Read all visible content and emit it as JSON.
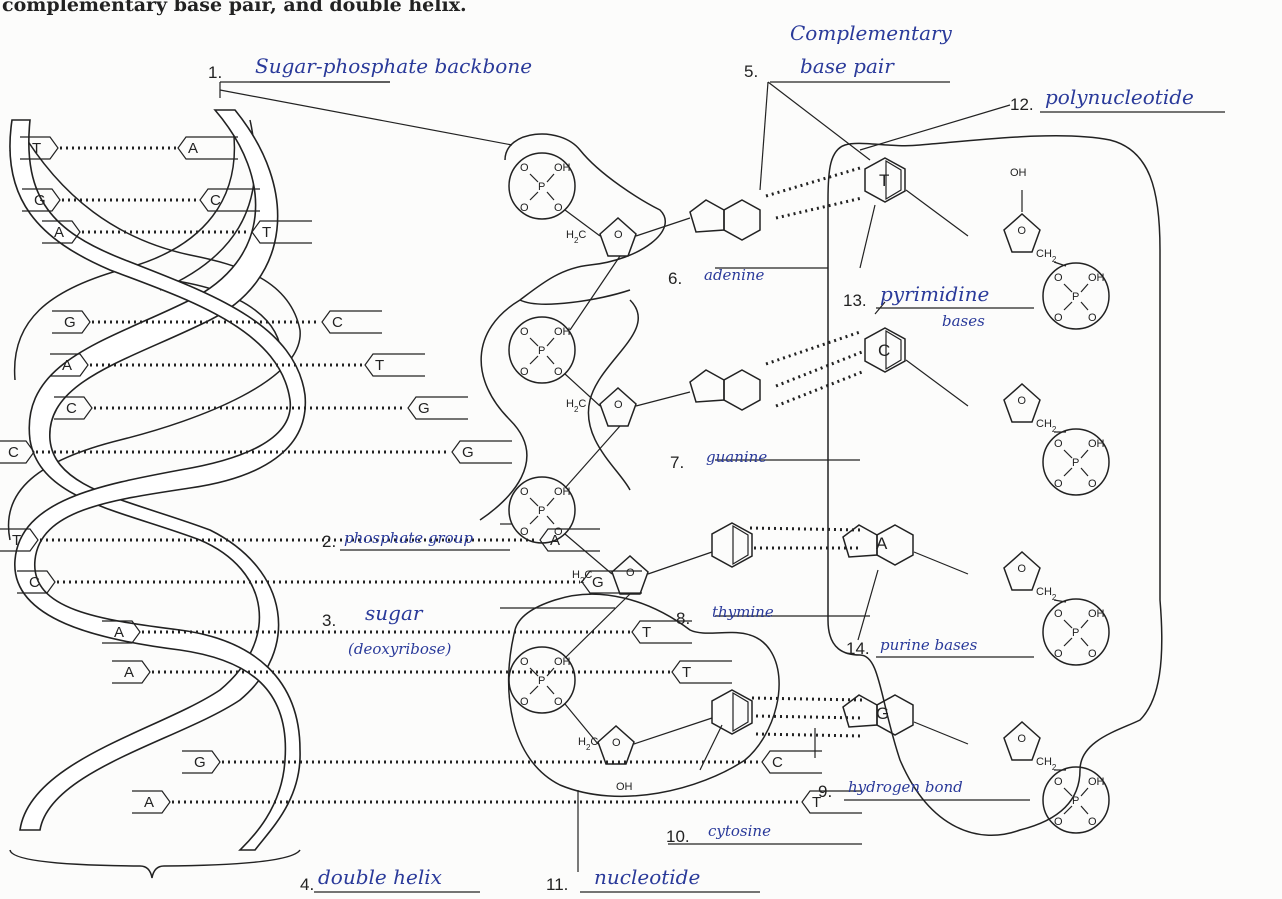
{
  "page": {
    "header_text": "complementary base pair, and double helix."
  },
  "labels": [
    {
      "number": "1.",
      "answer": "Sugar-phosphate backbone"
    },
    {
      "number": "2.",
      "answer": "phosphate group"
    },
    {
      "number": "3.",
      "answer": "sugar",
      "answer_line2": "(deoxyribose)"
    },
    {
      "number": "4.",
      "answer": "double helix"
    },
    {
      "number": "5.",
      "answer": "base pair",
      "answer_above": "Complementary"
    },
    {
      "number": "6.",
      "answer": "adenine"
    },
    {
      "number": "7.",
      "answer": "guanine"
    },
    {
      "number": "8.",
      "answer": "thymine"
    },
    {
      "number": "9.",
      "answer": "hydrogen bond"
    },
    {
      "number": "10.",
      "answer": "cytosine"
    },
    {
      "number": "11.",
      "answer": "nucleotide"
    },
    {
      "number": "12.",
      "answer": "polynucleotide"
    },
    {
      "number": "13.",
      "answer": "pyrimidine",
      "answer_line2": "bases"
    },
    {
      "number": "14.",
      "answer": "purine bases"
    }
  ],
  "helix_pairs": [
    {
      "left": "T",
      "right": "A"
    },
    {
      "left": "G",
      "right": "C"
    },
    {
      "left": "A",
      "right": "T"
    },
    {
      "left": "G",
      "right": "C"
    },
    {
      "left": "A",
      "right": "T"
    },
    {
      "left": "C",
      "right": "G"
    },
    {
      "left": "C",
      "right": "G"
    },
    {
      "left": "T",
      "right": "A"
    },
    {
      "left": "C",
      "right": "G"
    },
    {
      "left": "A",
      "right": "T"
    },
    {
      "left": "A",
      "right": "T"
    },
    {
      "left": "G",
      "right": "C"
    },
    {
      "left": "A",
      "right": "T"
    }
  ],
  "right_strand_bases": [
    "T",
    "C",
    "A",
    "G"
  ],
  "atoms": {
    "phosphorus": "P",
    "oxygen": "O",
    "oh": "OH",
    "ch2": "CH",
    "h2c": "H",
    "c": "C",
    "sub2": "2",
    "minus": "-"
  }
}
